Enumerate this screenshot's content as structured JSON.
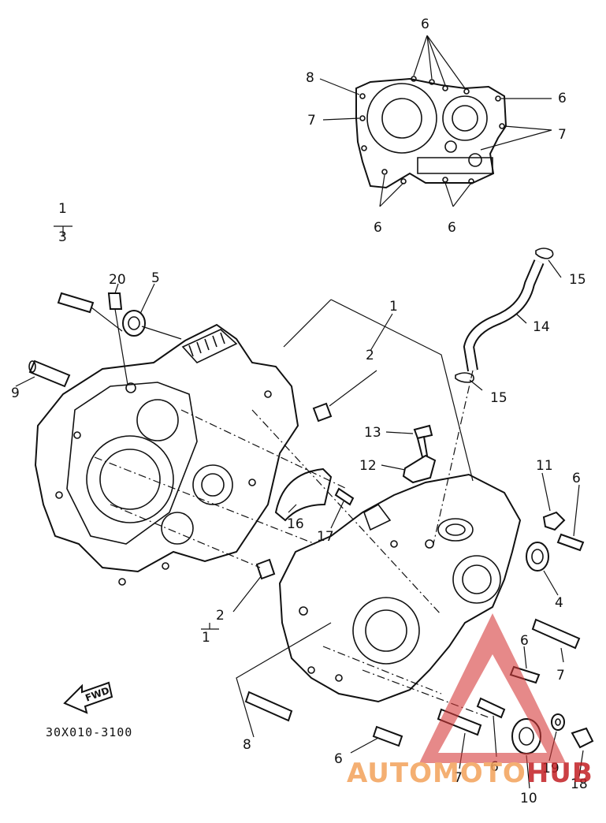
{
  "labels": {
    "top_6a": "6",
    "top_8": "8",
    "top_6b": "6",
    "top_7a": "7",
    "top_7b": "7",
    "top_6c": "6",
    "top_6d": "6",
    "ref_1_top": "1",
    "ref_3": "3",
    "l20": "20",
    "l5": "5",
    "l9": "9",
    "l1": "1",
    "l2_top": "2",
    "l15_top": "15",
    "l14": "14",
    "l15_mid": "15",
    "l13": "13",
    "l12": "12",
    "l11": "11",
    "l6_r": "6",
    "l16": "16",
    "l17": "17",
    "l4": "4",
    "l2_bot": "2",
    "ref_1_bot": "1",
    "l6_mid": "6",
    "l7_r": "7",
    "l8": "8",
    "l6_b": "6",
    "l7_b": "7",
    "l6_bb": "6",
    "l19": "19",
    "l10": "10",
    "l18": "18"
  },
  "fwd_label": "FWD",
  "part_code": "30X010-3100",
  "watermark": {
    "word1": "AUTOMOTO",
    "word2": "HUB",
    "color1": "#f3a25a",
    "color2": "#c21f24",
    "triangle_color": "#d63a3a"
  }
}
